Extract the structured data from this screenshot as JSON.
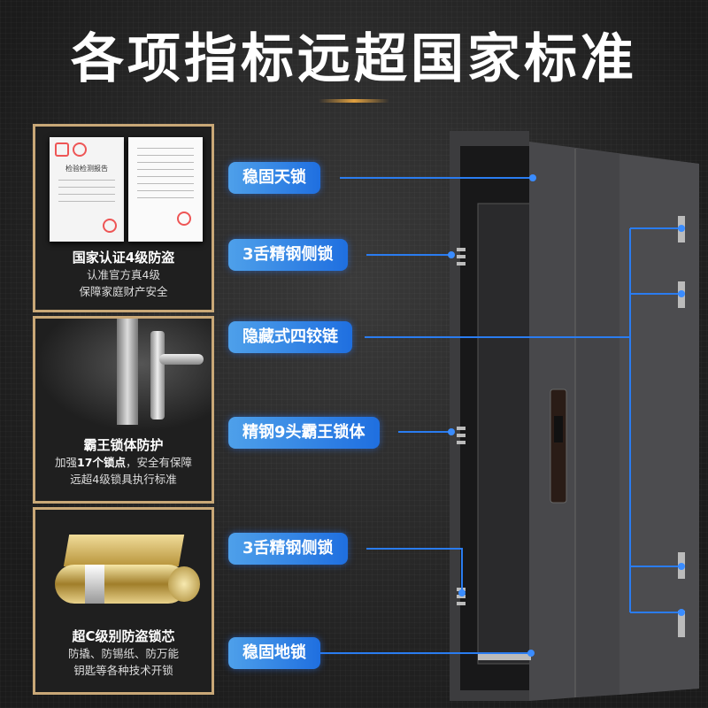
{
  "title": "各项指标远超国家标准",
  "panels": [
    {
      "heading": "国家认证4级防盗",
      "lines": [
        "认准官方真4级",
        "保障家庭财产安全"
      ],
      "doc_title": "检验检测报告"
    },
    {
      "heading": "霸王锁体防护",
      "line1_pre": "加强",
      "line1_bold": "17个锁点",
      "line1_post": "，安全有保障",
      "line2": "远超4级锁具执行标准"
    },
    {
      "heading": "超C级别防盗锁芯",
      "lines": [
        "防撬、防锡纸、防万能",
        "钥匙等各种技术开锁"
      ]
    }
  ],
  "callouts": [
    "稳固天锁",
    "3舌精钢侧锁",
    "隐藏式四铰链",
    "精钢9头霸王锁体",
    "3舌精钢侧锁",
    "稳固地锁"
  ],
  "colors": {
    "accent": "#c9a877",
    "callout": "#1f6fe0",
    "line": "#2a7cf0"
  }
}
